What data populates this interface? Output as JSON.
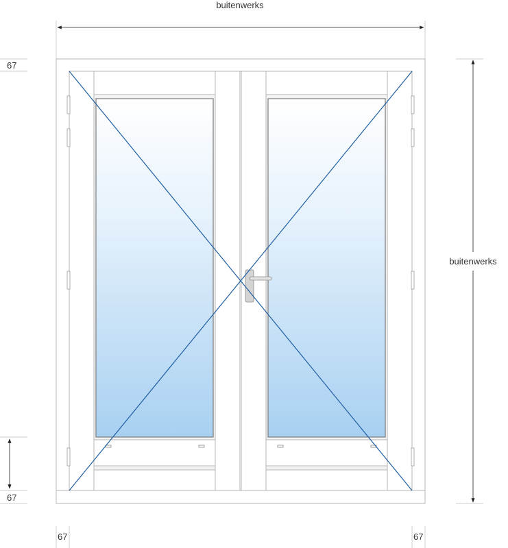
{
  "dimensions": {
    "width_label": "buitenwerks",
    "height_label": "buitenwerks",
    "top_left_frame": "67",
    "bottom_left_frame": "67",
    "bottom_frame_left": "67",
    "bottom_frame_right": "67"
  },
  "colors": {
    "frame_fill": "#ffffff",
    "frame_stroke": "#b5b5b5",
    "glass_top": "#ffffff",
    "glass_bottom": "#a8d0f1",
    "opening_lines": "#1f5fa3",
    "dimension_lines": "#222222",
    "handle": "#c8c8c8"
  },
  "icons": {
    "handle": "door-handle-icon",
    "hinge": "hinge-icon",
    "drain": "drain-slot-icon"
  }
}
